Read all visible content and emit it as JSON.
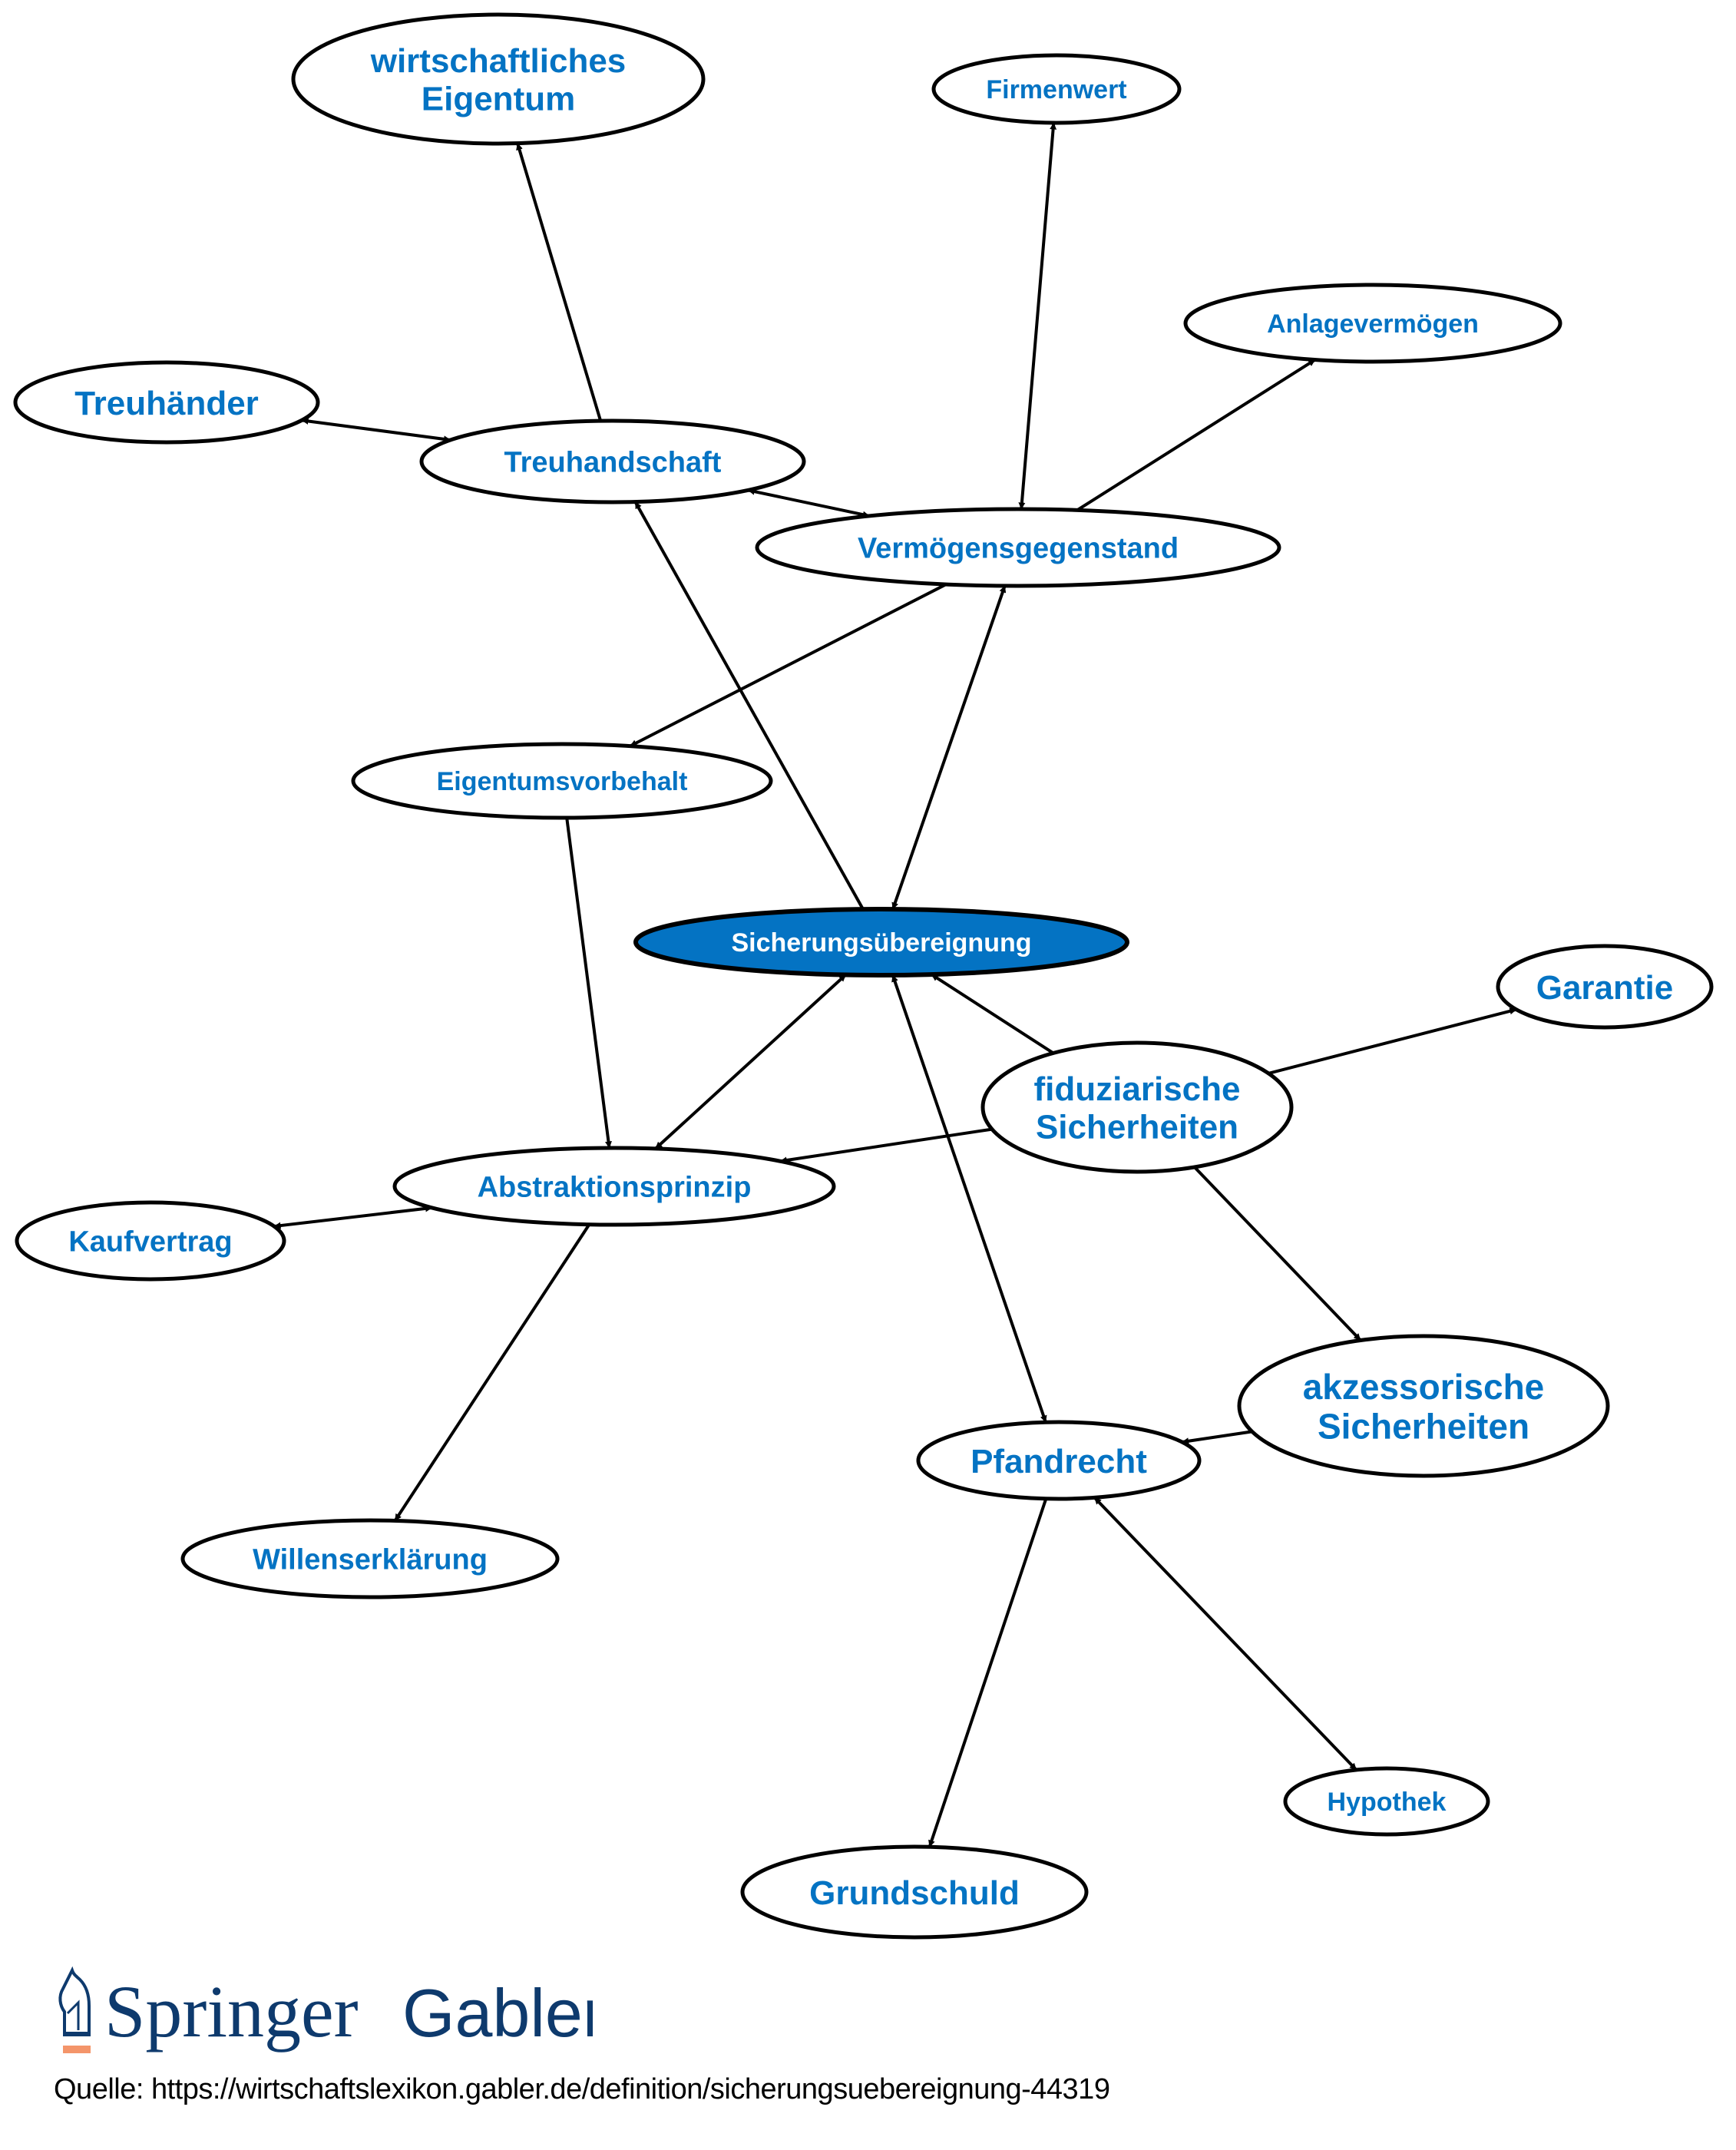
{
  "colors": {
    "label": "#0473c3",
    "focus_fill": "#0473c3",
    "focus_label": "#ffffff",
    "stroke": "#000000",
    "brand": "#0e3a6d",
    "brand_accent": "#f4956a"
  },
  "nodes": [
    {
      "id": "wirtschaftliches_eigentum",
      "label": "wirtschaftliches Eigentum",
      "lines": [
        "wirtschaftliches",
        "Eigentum"
      ],
      "size": "large",
      "focus": false
    },
    {
      "id": "firmenwert",
      "label": "Firmenwert",
      "lines": [
        "Firmenwert"
      ],
      "size": "small",
      "focus": false
    },
    {
      "id": "anlagevermoegen",
      "label": "Anlagevermögen",
      "lines": [
        "Anlagevermögen"
      ],
      "size": "small",
      "focus": false
    },
    {
      "id": "treuhaender",
      "label": "Treuhänder",
      "lines": [
        "Treuhänder"
      ],
      "size": "large",
      "focus": false
    },
    {
      "id": "treuhandschaft",
      "label": "Treuhandschaft",
      "lines": [
        "Treuhandschaft"
      ],
      "size": "medium",
      "focus": false
    },
    {
      "id": "vermoegensgegenstand",
      "label": "Vermögensgegenstand",
      "lines": [
        "Vermögensgegenstand"
      ],
      "size": "medium",
      "focus": false
    },
    {
      "id": "eigentumsvorbehalt",
      "label": "Eigentumsvorbehalt",
      "lines": [
        "Eigentumsvorbehalt"
      ],
      "size": "small",
      "focus": false
    },
    {
      "id": "sicherungsuebereignung",
      "label": "Sicherungsübereignung",
      "lines": [
        "Sicherungsübereignung"
      ],
      "size": "small",
      "focus": true
    },
    {
      "id": "garantie",
      "label": "Garantie",
      "lines": [
        "Garantie"
      ],
      "size": "large",
      "focus": false
    },
    {
      "id": "fiduziarische_sicherheiten",
      "label": "fiduziarische Sicherheiten",
      "lines": [
        "fiduziarische",
        "Sicherheiten"
      ],
      "size": "large",
      "focus": false
    },
    {
      "id": "abstraktionsprinzip",
      "label": "Abstraktionsprinzip",
      "lines": [
        "Abstraktionsprinzip"
      ],
      "size": "medium",
      "focus": false
    },
    {
      "id": "kaufvertrag",
      "label": "Kaufvertrag",
      "lines": [
        "Kaufvertrag"
      ],
      "size": "medium",
      "focus": false
    },
    {
      "id": "akzessorische_sicherheiten",
      "label": "akzessorische Sicherheiten",
      "lines": [
        "akzessorische",
        "Sicherheiten"
      ],
      "size": "xlarge",
      "focus": false
    },
    {
      "id": "pfandrecht",
      "label": "Pfandrecht",
      "lines": [
        "Pfandrecht"
      ],
      "size": "large",
      "focus": false
    },
    {
      "id": "willenserklaerung",
      "label": "Willenserklärung",
      "lines": [
        "Willenserklärung"
      ],
      "size": "medium",
      "focus": false
    },
    {
      "id": "hypothek",
      "label": "Hypothek",
      "lines": [
        "Hypothek"
      ],
      "size": "small",
      "focus": false
    },
    {
      "id": "grundschuld",
      "label": "Grundschuld",
      "lines": [
        "Grundschuld"
      ],
      "size": "large",
      "focus": false
    }
  ],
  "edges": [
    {
      "from": "treuhandschaft",
      "to": "wirtschaftliches_eigentum",
      "bidirectional": false
    },
    {
      "from": "treuhaender",
      "to": "treuhandschaft",
      "bidirectional": true
    },
    {
      "from": "treuhandschaft",
      "to": "vermoegensgegenstand",
      "bidirectional": true
    },
    {
      "from": "firmenwert",
      "to": "vermoegensgegenstand",
      "bidirectional": true
    },
    {
      "from": "vermoegensgegenstand",
      "to": "anlagevermoegen",
      "bidirectional": false
    },
    {
      "from": "vermoegensgegenstand",
      "to": "eigentumsvorbehalt",
      "bidirectional": false
    },
    {
      "from": "sicherungsuebereignung",
      "to": "treuhandschaft",
      "bidirectional": false
    },
    {
      "from": "sicherungsuebereignung",
      "to": "vermoegensgegenstand",
      "bidirectional": true
    },
    {
      "from": "eigentumsvorbehalt",
      "to": "abstraktionsprinzip",
      "bidirectional": false
    },
    {
      "from": "sicherungsuebereignung",
      "to": "abstraktionsprinzip",
      "bidirectional": true
    },
    {
      "from": "fiduziarische_sicherheiten",
      "to": "sicherungsuebereignung",
      "bidirectional": false
    },
    {
      "from": "sicherungsuebereignung",
      "to": "pfandrecht",
      "bidirectional": true
    },
    {
      "from": "fiduziarische_sicherheiten",
      "to": "garantie",
      "bidirectional": false
    },
    {
      "from": "fiduziarische_sicherheiten",
      "to": "abstraktionsprinzip",
      "bidirectional": false
    },
    {
      "from": "fiduziarische_sicherheiten",
      "to": "akzessorische_sicherheiten",
      "bidirectional": false
    },
    {
      "from": "kaufvertrag",
      "to": "abstraktionsprinzip",
      "bidirectional": true
    },
    {
      "from": "abstraktionsprinzip",
      "to": "willenserklaerung",
      "bidirectional": false
    },
    {
      "from": "akzessorische_sicherheiten",
      "to": "pfandrecht",
      "bidirectional": false
    },
    {
      "from": "pfandrecht",
      "to": "grundschuld",
      "bidirectional": false
    },
    {
      "from": "pfandrecht",
      "to": "hypothek",
      "bidirectional": true
    }
  ],
  "footer": {
    "logo_icon": "springer-horse-icon",
    "brand_primary": "Springer",
    "brand_secondary": "Gabler",
    "source_text": "Quelle: https://wirtschaftslexikon.gabler.de/definition/sicherungsuebereignung-44319"
  }
}
